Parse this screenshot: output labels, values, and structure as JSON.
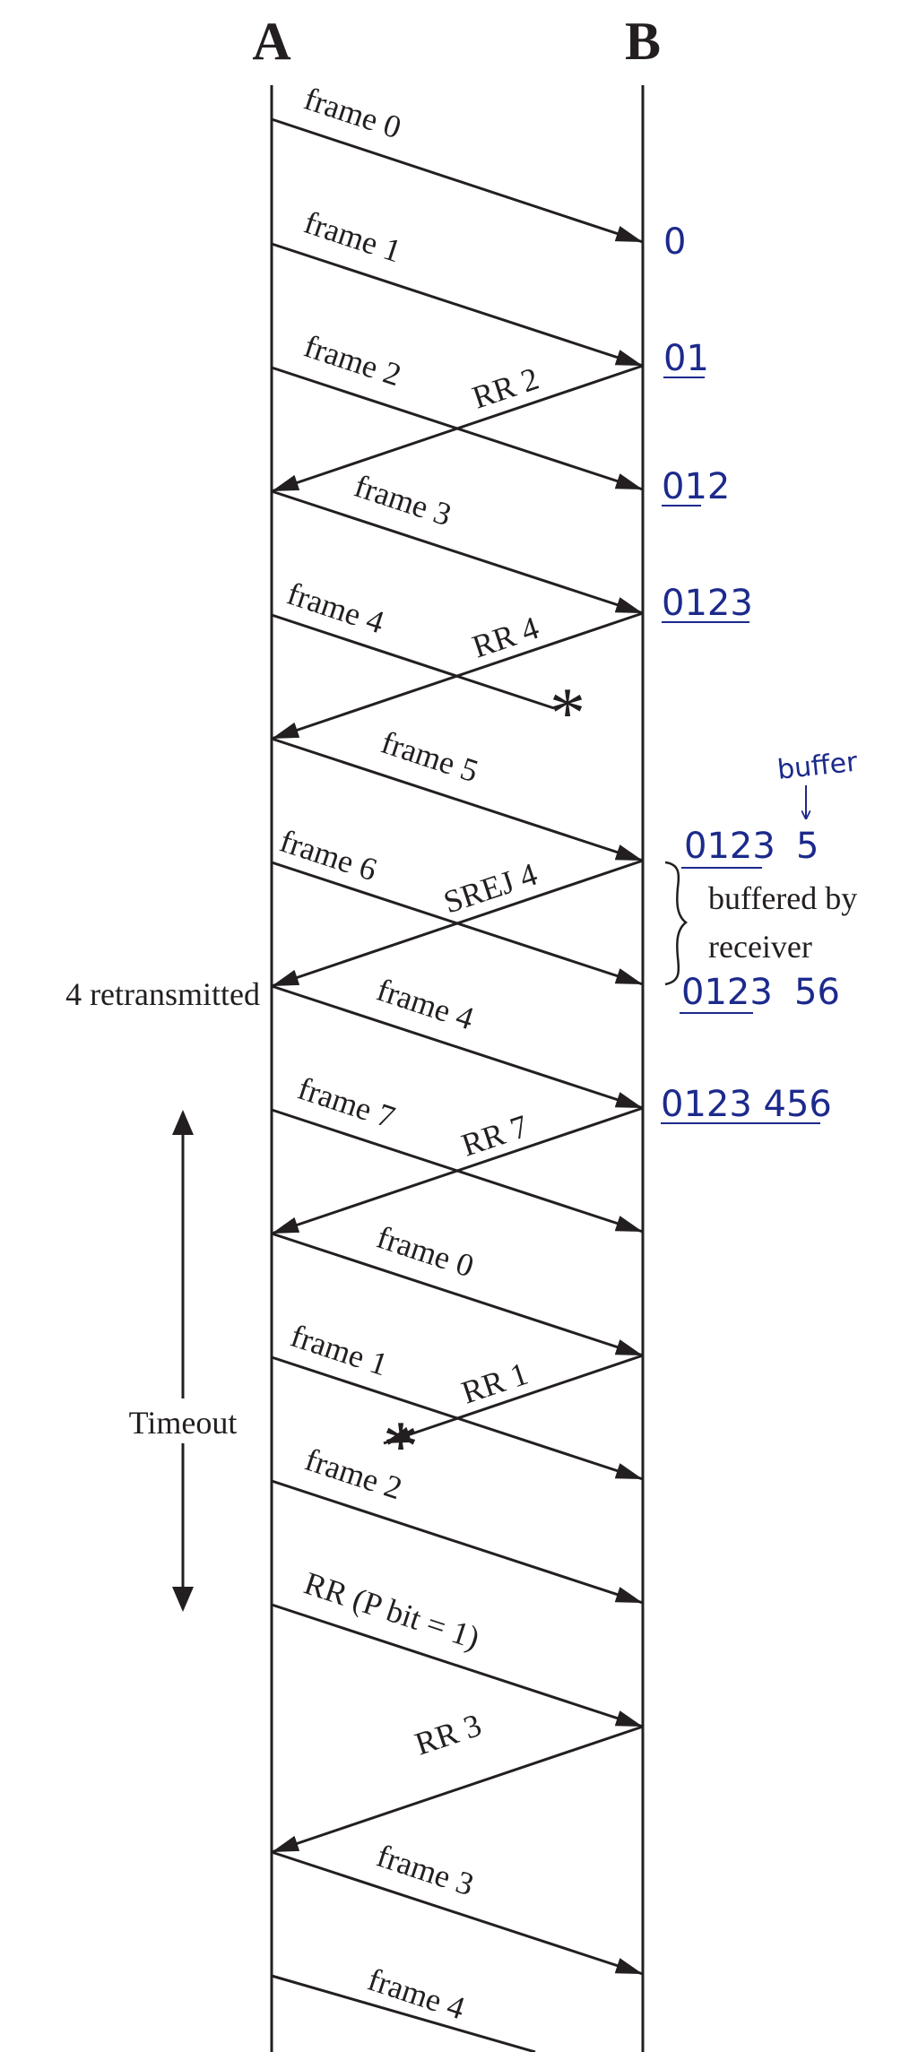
{
  "stations": {
    "a": "A",
    "b": "B"
  },
  "frames": {
    "f1": "frame 0",
    "f2": "frame 1",
    "f3": "frame 2",
    "f4": "frame 3",
    "f5": "frame 4",
    "f6": "frame 5",
    "f7": "frame 6",
    "f8": "frame 4",
    "f9": "frame 7",
    "f10": "frame 0",
    "f11": "frame 1",
    "f12": "frame 2",
    "f13": "RR (P bit = 1)",
    "f14": "frame 3",
    "f15": "frame 4"
  },
  "acks": {
    "a1": "RR 2",
    "a2": "RR 4",
    "a3": "SREJ 4",
    "a4": "RR 7",
    "a5": "RR 1",
    "a6": "RR 3"
  },
  "loss_mark": "*",
  "annotations": {
    "retransmitted": "4 retransmitted",
    "buffered_line1": "buffered by",
    "buffered_line2": "receiver",
    "timeout": "Timeout"
  },
  "handwritten": {
    "h1": "0",
    "h2": "01",
    "h3": "012",
    "h4": "0123",
    "h5_buffer": "buffer",
    "h6": "0123",
    "h6b": "5",
    "h7": "0123",
    "h7b": "56",
    "h8": "0123 456"
  },
  "colors": {
    "ink": "#231f20",
    "handwriting": "#1c2a8c"
  }
}
